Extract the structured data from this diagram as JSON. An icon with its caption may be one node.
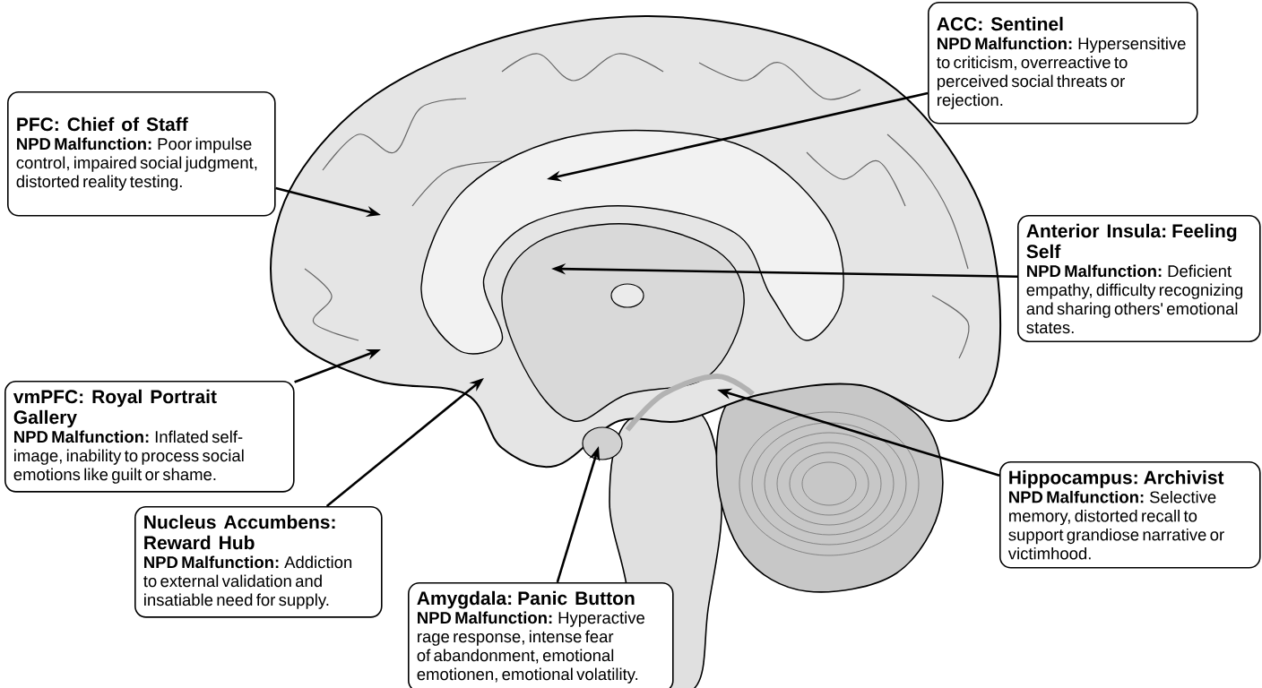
{
  "diagram": {
    "nodes": [
      {
        "text": [
          "PFC: Chief of Staff",
          "**NPD Malfunction:** Poor impulse control, impaired social judgment, distorted reality testing."
        ]
      },
      {
        "text": [
          "ACC: Sentinel",
          "**NPD Malfunction:** Hypersensitive to criticism, overreactive to perceived social threats or rejection."
        ]
      },
      {
        "text": [
          "Anterior Insula: Feeling Self",
          "**NPD Malfunction:** Deficient empathy, difficulty recognizing and sharing others' emotional states."
        ]
      },
      {
        "text": [
          "vmPFC: Royal Portrait Gallery",
          "**NPD Malfunction:** Inflated self-image, inability to process social emotions like guilt or shame."
        ]
      },
      {
        "text": [
          "Nucleus Accumbens: Reward Hub",
          "**NPD Malfunction:** Addiction to external validation and insatiable need for supply."
        ]
      },
      {
        "text": [
          "Amygdala: Panic Button",
          "**NPD Malfunction:** Hyperactive rage response, intense fear of abandonment, emotional emotionen, emotional volatility."
        ]
      },
      {
        "text": [
          "Hippocampus: Archivist",
          "**NPD Malfunction:** Selective memory, distorted recall to support grandiose narrative or victimhood."
        ]
      }
    ],
    "edges": [
      {
        "from": 0,
        "to": null,
        "arrow": "to"
      },
      {
        "from": 1,
        "to": null,
        "arrow": "to"
      },
      {
        "from": 2,
        "to": null,
        "arrow": "to"
      },
      {
        "from": 3,
        "to": null,
        "arrow": "to"
      },
      {
        "from": 4,
        "to": null,
        "arrow": "to"
      },
      {
        "from": 5,
        "to": null,
        "arrow": "to"
      },
      {
        "from": 6,
        "to": null,
        "arrow": "to"
      }
    ]
  }
}
